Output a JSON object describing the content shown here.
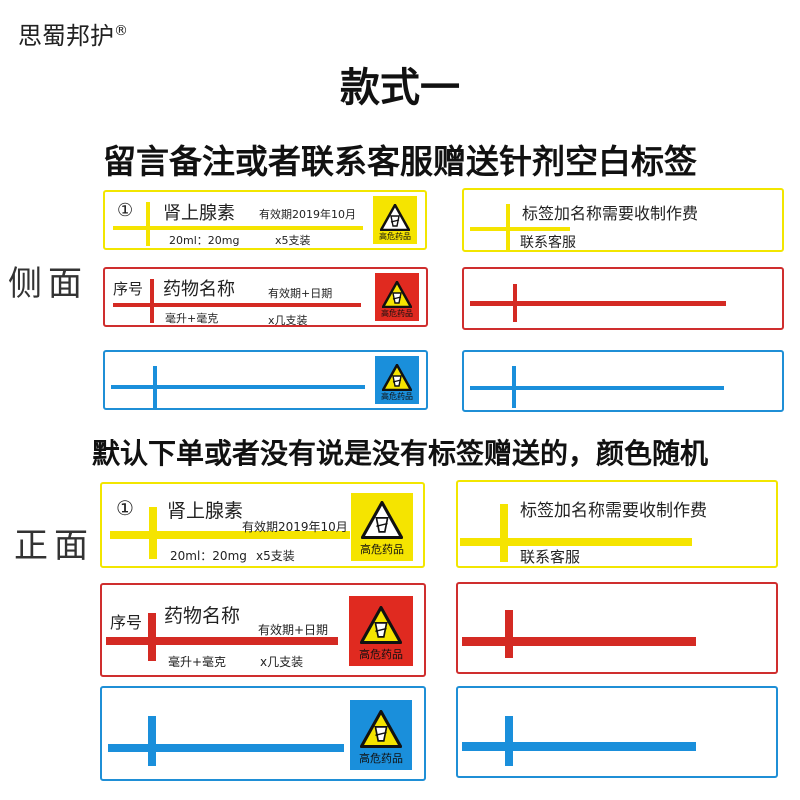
{
  "brand": {
    "name": "思蜀邦护",
    "mark": "®"
  },
  "headings": {
    "style": "款式一",
    "note": "留言备注或者联系客服赠送针剂空白标签",
    "random": "默认下单或者没有说是没有标签赠送的，颜色随机"
  },
  "section_labels": {
    "side": "侧面",
    "front": "正面"
  },
  "warning_badge": {
    "icon": "warning-triangle-icon",
    "caption": "高危药品"
  },
  "sample_label": {
    "index": "①",
    "name": "肾上腺素",
    "expiry": "有效期2019年10月",
    "dose": "20ml：20mg",
    "qty": "x5支装"
  },
  "template_label": {
    "index": "序号",
    "name": "药物名称",
    "expiry": "有效期+日期",
    "dose": "毫升+毫克",
    "qty": "x几支装"
  },
  "custom_label": {
    "fee_note": "标签加名称需要收制作费",
    "contact": "联系客服"
  },
  "colors": {
    "yellow": "#f5e400",
    "red": "#d42a23",
    "blue": "#1a8fdb"
  }
}
